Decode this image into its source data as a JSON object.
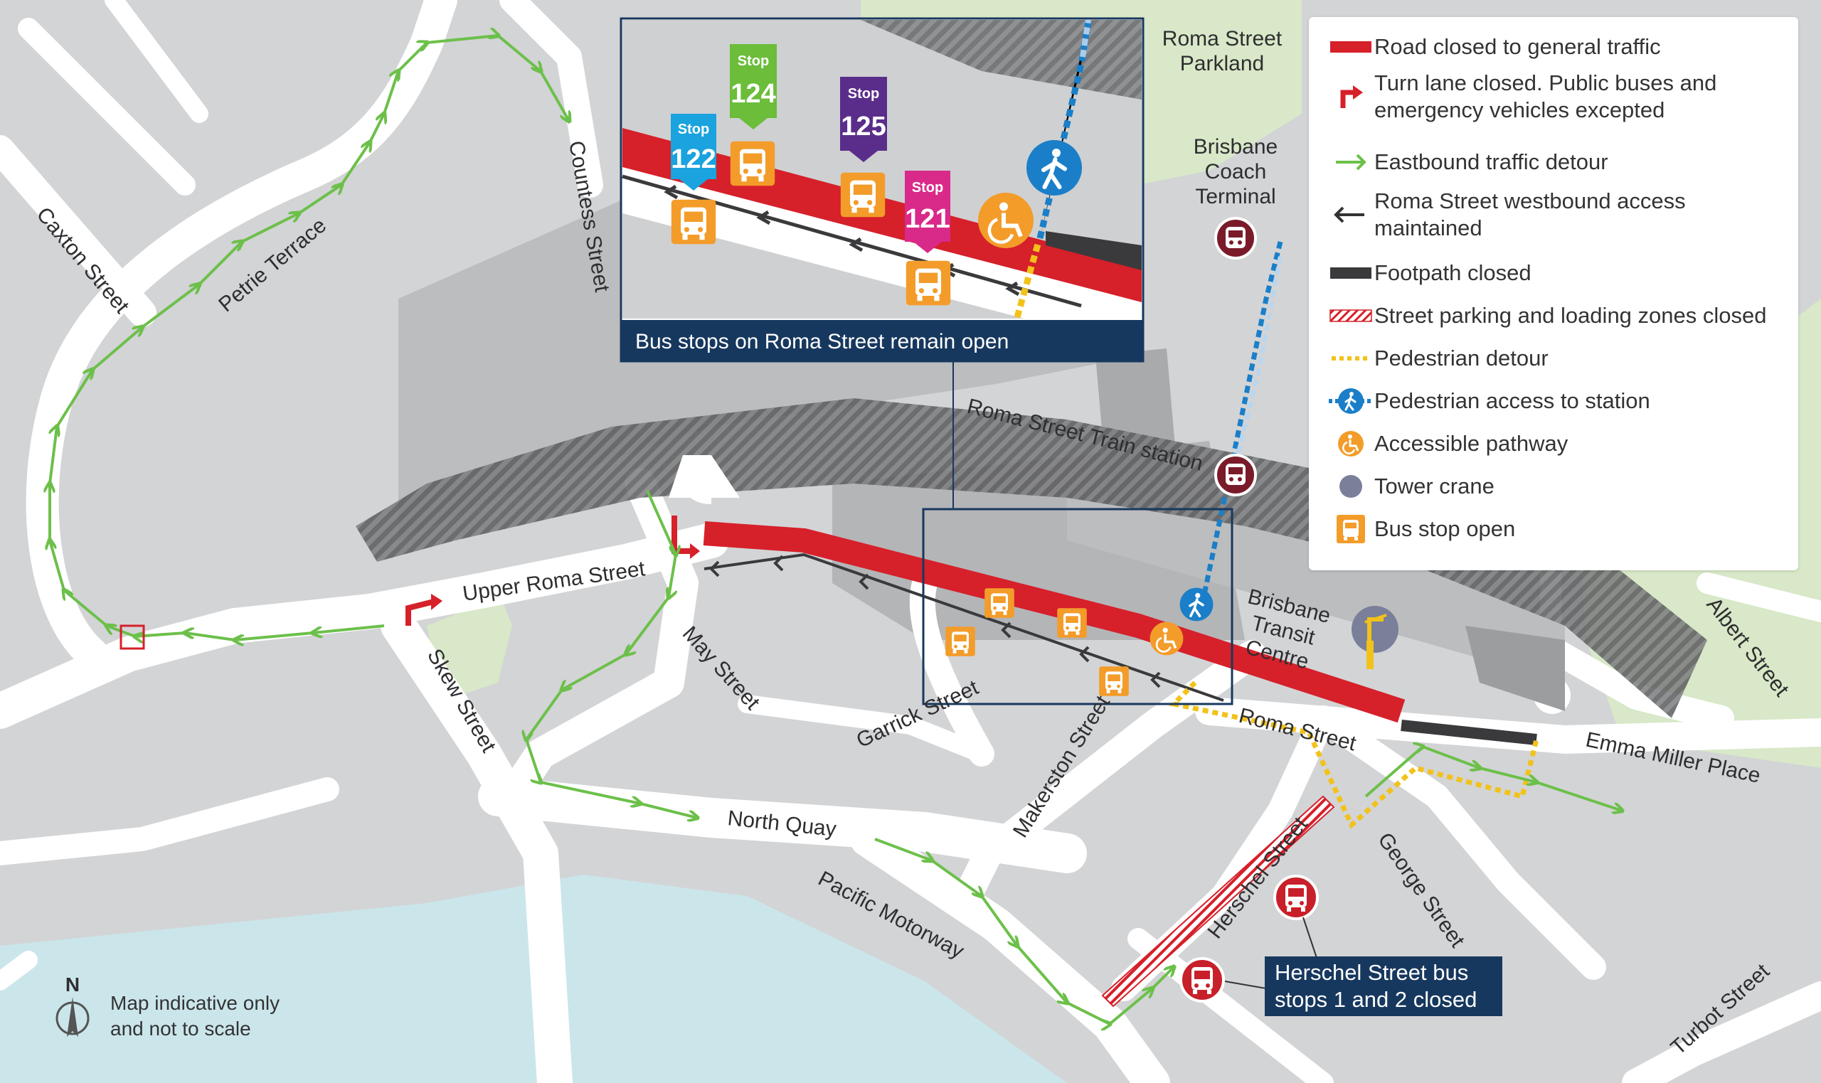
{
  "places": {
    "roma_street_parkland": "Roma Street\nParkland",
    "brisbane_coach_terminal": "Brisbane\nCoach\nTerminal",
    "roma_street_train_station": "Roma Street Train station",
    "brisbane_transit_centre": "Brisbane\nTransit\nCentre",
    "emma_miller_place": "Emma Miller Place"
  },
  "streets": {
    "caxton": "Caxton Street",
    "petrie_terrace": "Petrie Terrace",
    "countess": "Countess Street",
    "upper_roma": "Upper Roma Street",
    "skew": "Skew Street",
    "may": "May Street",
    "garrick": "Garrick Street",
    "north_quay": "North Quay",
    "pacific_motorway": "Pacific Motorway",
    "makerston": "Makerston Street",
    "roma": "Roma Street",
    "herschel": "Herschel Street",
    "george": "George Street",
    "albert": "Albert Street",
    "turbot": "Turbot Street"
  },
  "inset": {
    "caption": "Bus stops on Roma Street remain open",
    "stops": [
      {
        "word": "Stop",
        "number": "122",
        "color": "#1aa3de"
      },
      {
        "word": "Stop",
        "number": "124",
        "color": "#6bbd3a"
      },
      {
        "word": "Stop",
        "number": "125",
        "color": "#5a2d8a"
      },
      {
        "word": "Stop",
        "number": "121",
        "color": "#d92a8a"
      }
    ]
  },
  "herschel_callout": "Herschel Street bus\nstops 1 and 2 closed",
  "north_label": "N",
  "note": "Map indicative only\nand not to scale",
  "legend": [
    {
      "symbol": "red-bar-icon",
      "label": "Road closed to general traffic"
    },
    {
      "symbol": "red-turn-arrow-icon",
      "label": "Turn lane closed. Public buses and\nemergency vehicles excepted"
    },
    {
      "symbol": "green-arrow-icon",
      "label": "Eastbound traffic detour"
    },
    {
      "symbol": "black-arrow-icon",
      "label": "Roma Street westbound access\nmaintained"
    },
    {
      "symbol": "dark-bar-icon",
      "label": "Footpath closed"
    },
    {
      "symbol": "hatched-bar-icon",
      "label": "Street parking and loading zones closed"
    },
    {
      "symbol": "yellow-dotted-line-icon",
      "label": "Pedestrian detour"
    },
    {
      "symbol": "pedestrian-icon",
      "label": "Pedestrian access to station"
    },
    {
      "symbol": "wheelchair-icon",
      "label": "Accessible pathway"
    },
    {
      "symbol": "tower-crane-icon",
      "label": "Tower crane"
    },
    {
      "symbol": "bus-stop-icon",
      "label": "Bus stop open"
    }
  ],
  "colors": {
    "road_closed": "#d6202a",
    "detour": "#6cc04a",
    "westbound": "#3a3a3c",
    "footpath_closed": "#3a3a3c",
    "pedestrian_detour": "#f2c21a",
    "pedestrian_access": "#1a7fc8",
    "accessible": "#f39c2a",
    "bus_stop": "#f39c2a",
    "callout": "#17385e",
    "water": "#cbe6eb",
    "park": "#d8e8c8"
  }
}
